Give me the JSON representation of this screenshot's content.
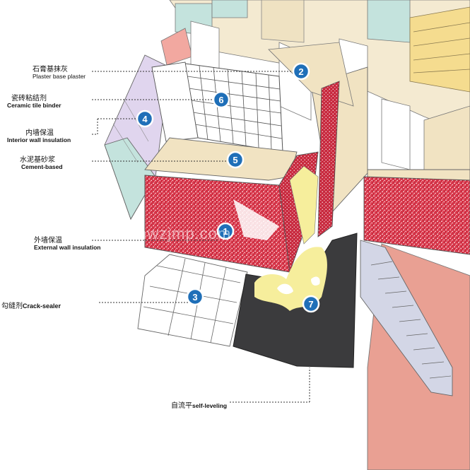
{
  "labels": [
    {
      "id": "plaster",
      "zh": "石膏基抹灰",
      "en": "Plaster base plaster",
      "bold": false
    },
    {
      "id": "tile",
      "zh": "瓷砖粘结剂",
      "en": "Ceramic tile binder",
      "bold": true
    },
    {
      "id": "interior",
      "zh": "内墙保温",
      "en": "Interior wall insulation",
      "bold": true
    },
    {
      "id": "cement",
      "zh": "水泥基砂浆",
      "en": "Cement-based",
      "bold": true
    },
    {
      "id": "external",
      "zh": "外墙保温",
      "en": "External wall insulation",
      "bold": true
    },
    {
      "id": "crack",
      "zh": "勾缝剂",
      "en": "Crack-sealer",
      "bold": true
    },
    {
      "id": "self",
      "zh": "自流平",
      "en": "self-leveling",
      "bold": true
    }
  ],
  "markers": [
    "2",
    "6",
    "4",
    "5",
    "1",
    "3",
    "7"
  ],
  "watermark": "hwzjmp.com",
  "colors": {
    "marker_fill": "#1f6fb8",
    "wall_beige": "#f1e3c2",
    "red_speckle": "#d9364a",
    "stair_pink": "#e9a093",
    "stair_steps": "#d3d6e6",
    "self_leveling": "#3b3b3d",
    "yellow": "#f6ee9c",
    "lavender": "#e0d5ee",
    "window_green": "#c4e3dd"
  }
}
